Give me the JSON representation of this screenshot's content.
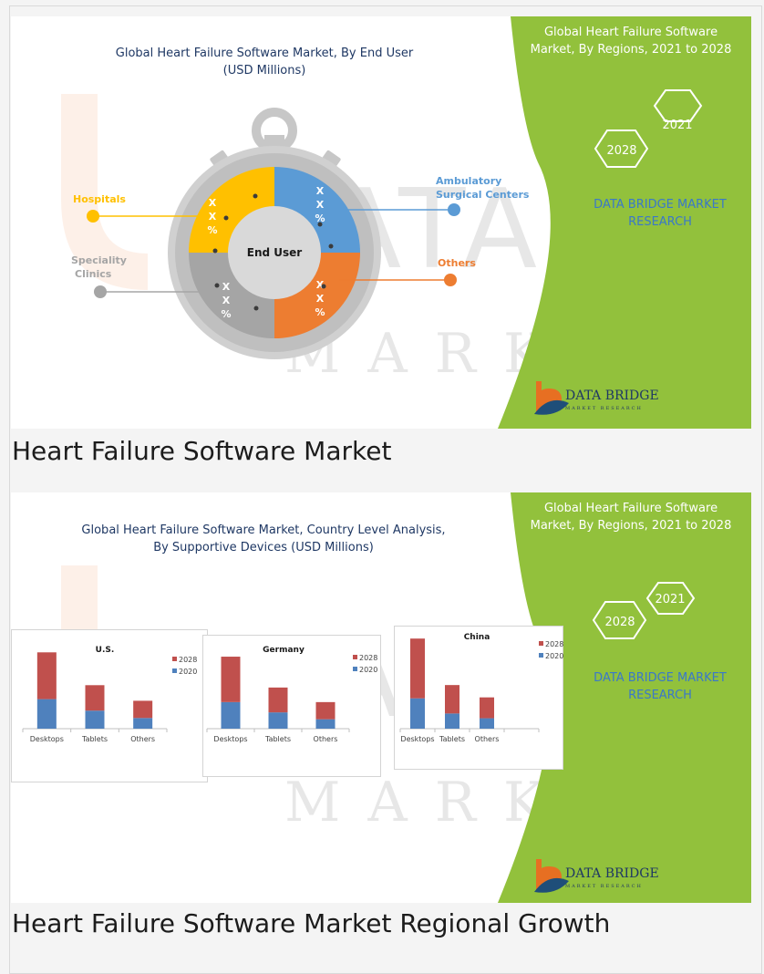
{
  "panel1": {
    "title_line1": "Global Heart Failure Software Market, By End User",
    "title_line2": "(USD Millions)",
    "region_line1": "Global Heart Failure Software",
    "region_line2": "Market, By Regions, 2021 to 2028",
    "hex_2021": "2021",
    "hex_2028": "2028",
    "dbmr_line1": "DATA BRIDGE MARKET",
    "dbmr_line2": "RESEARCH",
    "logo_text": "DATA BRIDGE",
    "logo_sub": "MARKET RESEARCH",
    "center_label": "End User",
    "segment_value": [
      "X",
      "X",
      "%"
    ],
    "segments": [
      {
        "name": "Hospitals",
        "color": "#ffc000"
      },
      {
        "name_line1": "Ambulatory",
        "name_line2": "Surgical Centers",
        "color": "#5b9bd5"
      },
      {
        "name": "Others",
        "color": "#ed7d31"
      },
      {
        "name_line1": "Speciality",
        "name_line2": "Clinics",
        "color": "#a5a5a5"
      }
    ]
  },
  "caption1": "Heart Failure Software Market",
  "panel2": {
    "title_line1": "Global Heart Failure Software Market, Country Level Analysis,",
    "title_line2": "By Supportive Devices (USD Millions)",
    "region_line1": "Global Heart Failure Software",
    "region_line2": "Market, By Regions, 2021 to 2028",
    "hex_2021": "2021",
    "hex_2028": "2028",
    "dbmr_line1": "DATA BRIDGE MARKET",
    "dbmr_line2": "RESEARCH",
    "logo_text": "DATA BRIDGE",
    "logo_sub": "MARKET RESEARCH"
  },
  "caption2": "Heart Failure Software Market Regional Growth",
  "colors": {
    "green": "#92c13c",
    "bar_2020": "#4f81bd",
    "bar_2028": "#c0504d",
    "title_blue": "#1f3864"
  },
  "chart_data": [
    {
      "type": "pie",
      "title": "Global Heart Failure Software Market, By End User (USD Millions)",
      "categories": [
        "Hospitals",
        "Ambulatory Surgical Centers",
        "Others",
        "Speciality Clinics"
      ],
      "values": [
        25,
        25,
        25,
        25
      ],
      "value_labels": [
        "X X %",
        "X X %",
        "X X %",
        "X X %"
      ]
    },
    {
      "type": "bar",
      "stacked": true,
      "title": "U.S.",
      "categories": [
        "Desktops",
        "Tablets",
        "Others"
      ],
      "series": [
        {
          "name": "2020",
          "values": [
            36,
            22,
            13
          ]
        },
        {
          "name": "2028",
          "values": [
            57,
            31,
            21
          ]
        }
      ],
      "ylim": [
        0,
        100
      ],
      "legend": "right"
    },
    {
      "type": "bar",
      "stacked": true,
      "title": "Germany",
      "categories": [
        "Desktops",
        "Tablets",
        "Others"
      ],
      "series": [
        {
          "name": "2020",
          "values": [
            31,
            19,
            11
          ]
        },
        {
          "name": "2028",
          "values": [
            53,
            29,
            20
          ]
        }
      ],
      "ylim": [
        0,
        100
      ],
      "legend": "right"
    },
    {
      "type": "bar",
      "stacked": true,
      "title": "China",
      "categories": [
        "Desktops",
        "Tablets",
        "Others"
      ],
      "series": [
        {
          "name": "2020",
          "values": [
            32,
            16,
            11
          ]
        },
        {
          "name": "2028",
          "values": [
            63,
            30,
            22
          ]
        }
      ],
      "ylim": [
        0,
        100
      ],
      "legend": "right"
    }
  ]
}
